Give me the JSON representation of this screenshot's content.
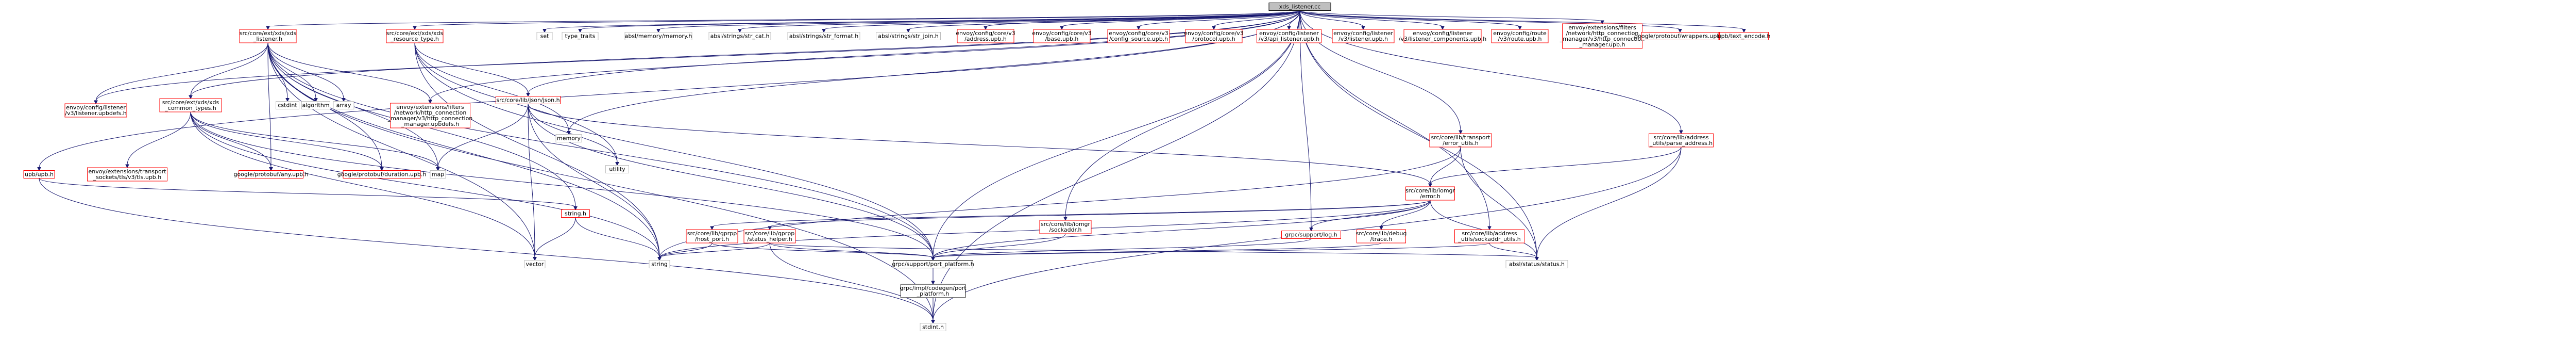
{
  "diagram": {
    "root": {
      "lines": [
        "xds_listener.cc"
      ]
    },
    "colors": {
      "red_node": "#ff0000",
      "gray_node": "#bfbfbf",
      "black_node": "#000000",
      "root_fill": "#bfbfbf",
      "edge": "#191970",
      "text": "#000000"
    },
    "nodes": {
      "xds_listener_h": [
        "src/core/ext/xds/xds",
        "_listener.h"
      ],
      "xds_resource_type_h": [
        "src/core/ext/xds/xds",
        "_resource_type.h"
      ],
      "set": [
        "set"
      ],
      "type_traits": [
        "type_traits"
      ],
      "absl_memory": [
        "absl/memory/memory.h"
      ],
      "absl_str_cat": [
        "absl/strings/str_cat.h"
      ],
      "absl_str_format": [
        "absl/strings/str_format.h"
      ],
      "absl_str_join": [
        "absl/strings/str_join.h"
      ],
      "envoy_address": [
        "envoy/config/core/v3",
        "/address.upb.h"
      ],
      "envoy_base": [
        "envoy/config/core/v3",
        "/base.upb.h"
      ],
      "envoy_config_source": [
        "envoy/config/core/v3",
        "/config_source.upb.h"
      ],
      "envoy_protocol": [
        "envoy/config/core/v3",
        "/protocol.upb.h"
      ],
      "envoy_api_listener": [
        "envoy/config/listener",
        "/v3/api_listener.upb.h"
      ],
      "envoy_listener": [
        "envoy/config/listener",
        "/v3/listener.upb.h"
      ],
      "envoy_listener_components": [
        "envoy/config/listener",
        "/v3/listener_components.upb.h"
      ],
      "envoy_route": [
        "envoy/config/route",
        "/v3/route.upb.h"
      ],
      "envoy_hcm_upb": [
        "envoy/extensions/filters",
        "/network/http_connection",
        "_manager/v3/http_connection",
        "_manager.upb.h"
      ],
      "google_wrappers": [
        "google/protobuf/wrappers.upb.h"
      ],
      "upb_text_encode": [
        "upb/text_encode.h"
      ],
      "xds_common_types_h": [
        "src/core/ext/xds/xds",
        "_common_types.h"
      ],
      "cstdint": [
        "cstdint"
      ],
      "algorithm": [
        "algorithm"
      ],
      "array": [
        "array"
      ],
      "envoy_listener_upbdefs": [
        "envoy/config/listener",
        "/v3/listener.upbdefs.h"
      ],
      "envoy_hcm_upbdefs": [
        "envoy/extensions/filters",
        "/network/http_connection",
        "_manager/v3/http_connection",
        "_manager.upbdefs.h"
      ],
      "json_h": [
        "src/core/lib/json/json.h"
      ],
      "memory": [
        "memory"
      ],
      "error_utils_h": [
        "src/core/lib/transport",
        "/error_utils.h"
      ],
      "parse_address_h": [
        "src/core/lib/address",
        "_utils/parse_address.h"
      ],
      "envoy_tls_upb": [
        "envoy/extensions/transport",
        "_sockets/tls/v3/tls.upb.h"
      ],
      "google_any": [
        "google/protobuf/any.upb.h"
      ],
      "google_duration": [
        "google/protobuf/duration.upb.h"
      ],
      "map": [
        "map"
      ],
      "utility": [
        "utility"
      ],
      "error_h": [
        "src/core/lib/iomgr",
        "/error.h"
      ],
      "upb_h": [
        "upb/upb.h"
      ],
      "string_h": [
        "string.h"
      ],
      "sockaddr_h": [
        "src/core/lib/iomgr",
        "/sockaddr.h"
      ],
      "host_port_h": [
        "src/core/lib/gprpp",
        "/host_port.h"
      ],
      "status_helper_h": [
        "src/core/lib/gprpp",
        "/status_helper.h"
      ],
      "grpc_log_h": [
        "grpc/support/log.h"
      ],
      "trace_h": [
        "src/core/lib/debug",
        "/trace.h"
      ],
      "sockaddr_utils_h": [
        "src/core/lib/address",
        "_utils/sockaddr_utils.h"
      ],
      "vector": [
        "vector"
      ],
      "string": [
        "string"
      ],
      "port_platform_h": [
        "grpc/support/port_platform.h"
      ],
      "absl_status": [
        "absl/status/status.h"
      ],
      "port_platform_impl": [
        "grpc/impl/codegen/port",
        "_platform.h"
      ],
      "stdint_h": [
        "stdint.h"
      ]
    }
  }
}
